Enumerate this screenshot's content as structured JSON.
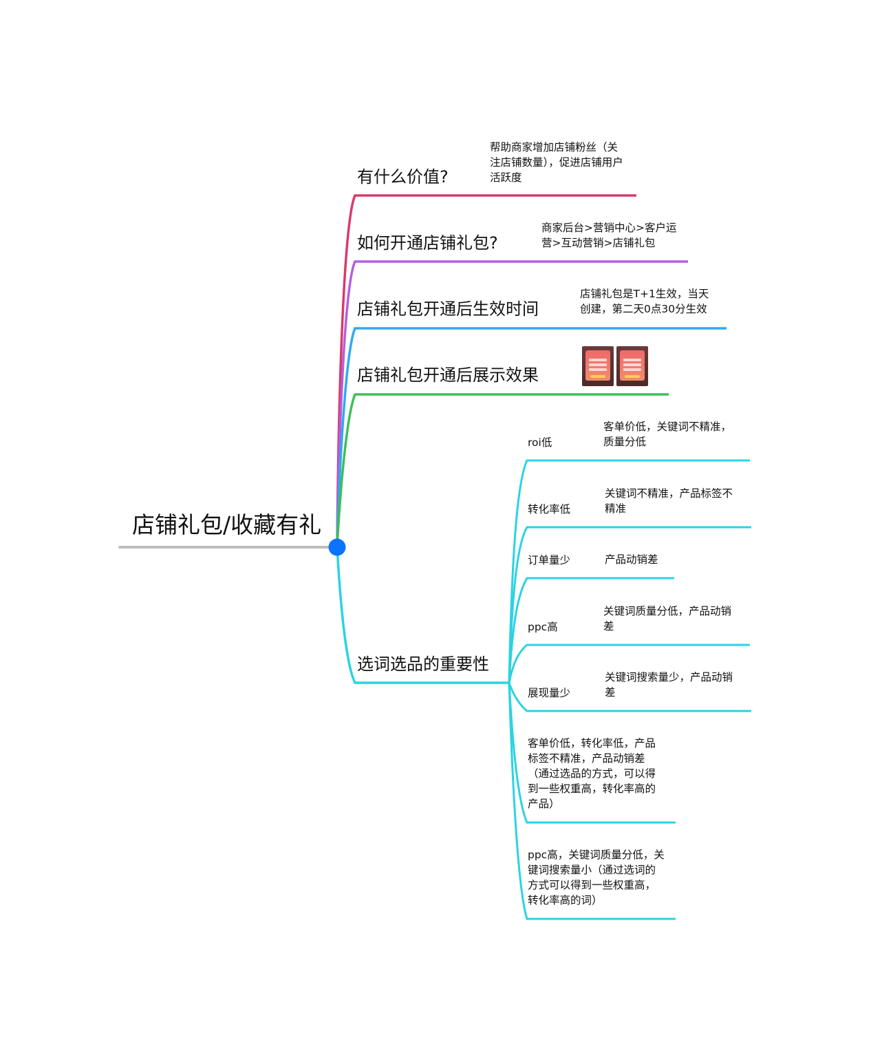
{
  "colors": {
    "root_line": "#bdbdbd",
    "root_dot": "#0a74ff",
    "value_branch": "#d93a6a",
    "open_branch": "#b35ee0",
    "effect_time_branch": "#2fa9f0",
    "display_branch": "#3cbf5a",
    "importance_branch": "#2ad3e3"
  },
  "root": {
    "label": "店铺礼包/收藏有礼"
  },
  "branches": [
    {
      "label": "有什么价值?",
      "note": "帮助商家增加店铺粉丝（关\n注店铺数量），促进店铺用户\n活跃度"
    },
    {
      "label": "如何开通店铺礼包?",
      "note": "商家后台>营销中心>客户运\n营>互动营销>店铺礼包"
    },
    {
      "label": "店铺礼包开通后生效时间",
      "note": "店铺礼包是T+1生效，当天\n创建，第二天0点30分生效"
    },
    {
      "label": "店铺礼包开通后展示效果",
      "images": [
        "app-screenshot",
        "app-screenshot"
      ]
    },
    {
      "label": "选词选品的重要性"
    }
  ],
  "importance_items": [
    {
      "label": "roi低",
      "note": "客单价低，关键词不精准，\n质量分低"
    },
    {
      "label": "转化率低",
      "note": "关键词不精准，产品标签不\n精准"
    },
    {
      "label": "订单量少",
      "note": "产品动销差"
    },
    {
      "label": "ppc高",
      "note": "关键词质量分低，产品动销\n差"
    },
    {
      "label": "展现量少",
      "note": "关键词搜索量少，产品动销\n差"
    },
    {
      "label": "客单价低，转化率低，产品\n标签不精准，产品动销差\n（通过选品的方式，可以得\n到一些权重高，转化率高的\n产品）"
    },
    {
      "label": "ppc高，关键词质量分低，关\n键词搜索量小（通过选词的\n方式可以得到一些权重高，\n转化率高的词）"
    }
  ]
}
